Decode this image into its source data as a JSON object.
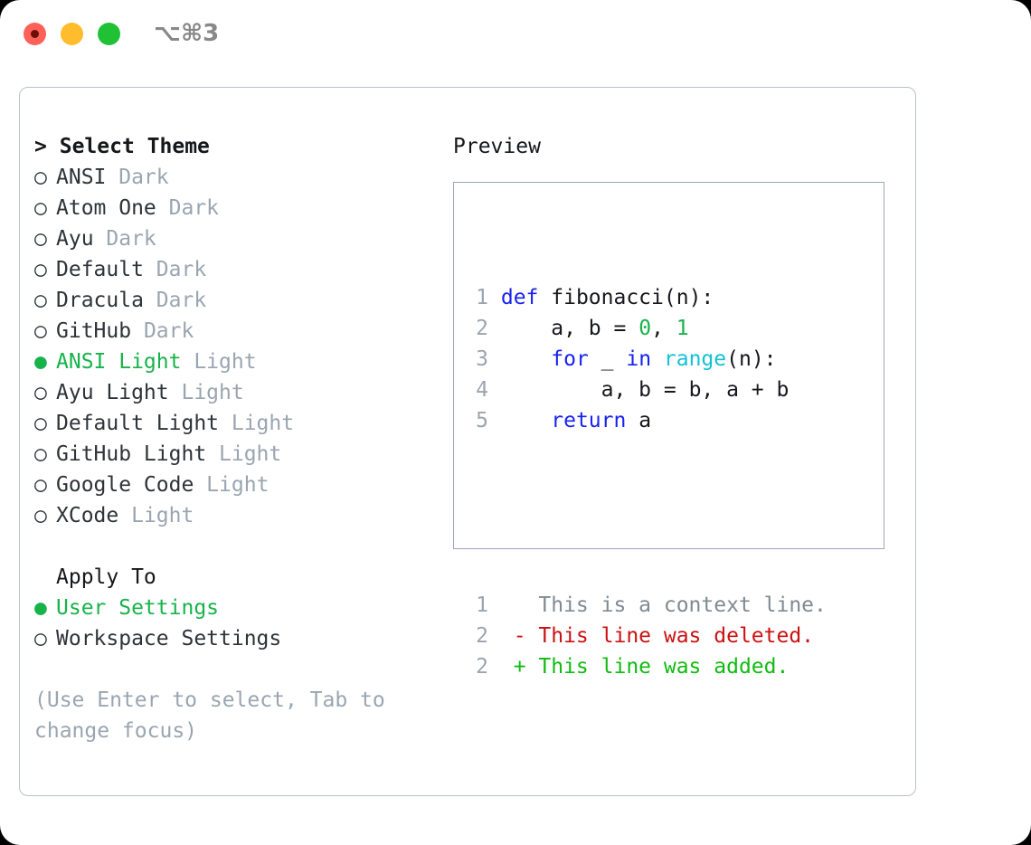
{
  "titlebar": {
    "buttons": [
      {
        "name": "close",
        "color": "#ff6058"
      },
      {
        "name": "minimize",
        "color": "#ffbd2e"
      },
      {
        "name": "maximize",
        "color": "#21c136"
      }
    ],
    "shortcut": "⌥⌘3"
  },
  "theme_list": {
    "header_caret": ">",
    "header": "Select Theme",
    "items": [
      {
        "bullet": "○",
        "name": "ANSI",
        "kind": "Dark",
        "selected": false
      },
      {
        "bullet": "○",
        "name": "Atom One",
        "kind": "Dark",
        "selected": false
      },
      {
        "bullet": "○",
        "name": "Ayu",
        "kind": "Dark",
        "selected": false
      },
      {
        "bullet": "○",
        "name": "Default",
        "kind": "Dark",
        "selected": false
      },
      {
        "bullet": "○",
        "name": "Dracula",
        "kind": "Dark",
        "selected": false
      },
      {
        "bullet": "○",
        "name": "GitHub",
        "kind": "Dark",
        "selected": false
      },
      {
        "bullet": "●",
        "name": "ANSI Light",
        "kind": "Light",
        "selected": true
      },
      {
        "bullet": "○",
        "name": "Ayu Light",
        "kind": "Light",
        "selected": false
      },
      {
        "bullet": "○",
        "name": "Default Light",
        "kind": "Light",
        "selected": false
      },
      {
        "bullet": "○",
        "name": "GitHub Light",
        "kind": "Light",
        "selected": false
      },
      {
        "bullet": "○",
        "name": "Google Code",
        "kind": "Light",
        "selected": false
      },
      {
        "bullet": "○",
        "name": "XCode",
        "kind": "Light",
        "selected": false
      }
    ]
  },
  "apply_to": {
    "header": "Apply To",
    "options": [
      {
        "bullet": "●",
        "label": "User Settings",
        "selected": true
      },
      {
        "bullet": "○",
        "label": "Workspace Settings",
        "selected": false
      }
    ]
  },
  "hint": "(Use Enter to select, Tab to change focus)",
  "preview": {
    "title": "Preview",
    "code_lines": [
      {
        "n": "1",
        "tokens": [
          {
            "t": "def ",
            "c": "kw"
          },
          {
            "t": "fibonacci(n):",
            "c": "plain"
          }
        ]
      },
      {
        "n": "2",
        "tokens": [
          {
            "t": "    a, b = ",
            "c": "plain"
          },
          {
            "t": "0",
            "c": "num"
          },
          {
            "t": ", ",
            "c": "plain"
          },
          {
            "t": "1",
            "c": "num"
          }
        ]
      },
      {
        "n": "3",
        "tokens": [
          {
            "t": "    for ",
            "c": "kw"
          },
          {
            "t": "_ ",
            "c": "plain"
          },
          {
            "t": "in ",
            "c": "kw"
          },
          {
            "t": "range",
            "c": "builtin"
          },
          {
            "t": "(n):",
            "c": "plain"
          }
        ]
      },
      {
        "n": "4",
        "tokens": [
          {
            "t": "        a, b = b, a + b",
            "c": "plain"
          }
        ]
      },
      {
        "n": "5",
        "tokens": [
          {
            "t": "    return ",
            "c": "kw"
          },
          {
            "t": "a",
            "c": "plain"
          }
        ]
      }
    ],
    "diff_lines": [
      {
        "n": "1",
        "marker": "  ",
        "text": "This is a context line.",
        "c": "ctx"
      },
      {
        "n": "2",
        "marker": "- ",
        "text": "This line was deleted.",
        "c": "del"
      },
      {
        "n": "2",
        "marker": "+ ",
        "text": "This line was added.",
        "c": "add"
      }
    ]
  },
  "colors": {
    "accent_green": "#17b34a",
    "muted": "#9aa5b1",
    "keyword_blue": "#1822f0",
    "builtin_cyan": "#12c2d6",
    "diff_del": "#cc1111",
    "diff_add": "#11bb11",
    "panel_border": "#b9c2cf",
    "preview_border": "#9aa8bb"
  }
}
